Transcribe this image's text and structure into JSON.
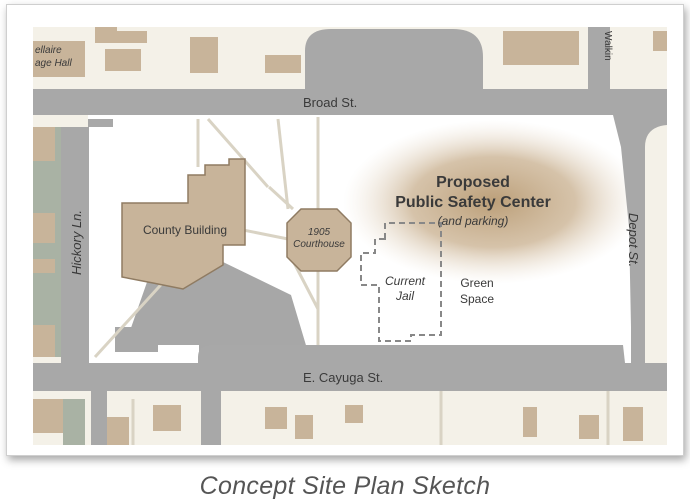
{
  "caption": "Concept Site Plan Sketch",
  "colors": {
    "road": "#a8a8a8",
    "block": "#f4f1e8",
    "building": "#c8b49a",
    "building_stroke": "#8f7b62",
    "lawn": "#ffffff",
    "parking": "#a7a7a7",
    "green_strip": "#a9b2a4",
    "highlight": "#b89a72",
    "jail_outline": "#888888"
  },
  "streets": {
    "broad": "Broad St.",
    "cayuga": "E. Cayuga St.",
    "hickory": "Hickory Ln.",
    "depot": "Depot St.",
    "walkin": "Walkin"
  },
  "buildings": {
    "county": "County Building",
    "courthouse_line1": "1905",
    "courthouse_line2": "Courthouse",
    "bellaire_line1": "ellaire",
    "bellaire_line2": "age Hall"
  },
  "proposed": {
    "line1": "Proposed",
    "line2": "Public Safety Center",
    "line3": "(and parking)"
  },
  "jail": {
    "line1": "Current",
    "line2": "Jail"
  },
  "green_space": {
    "line1": "Green",
    "line2": "Space"
  }
}
